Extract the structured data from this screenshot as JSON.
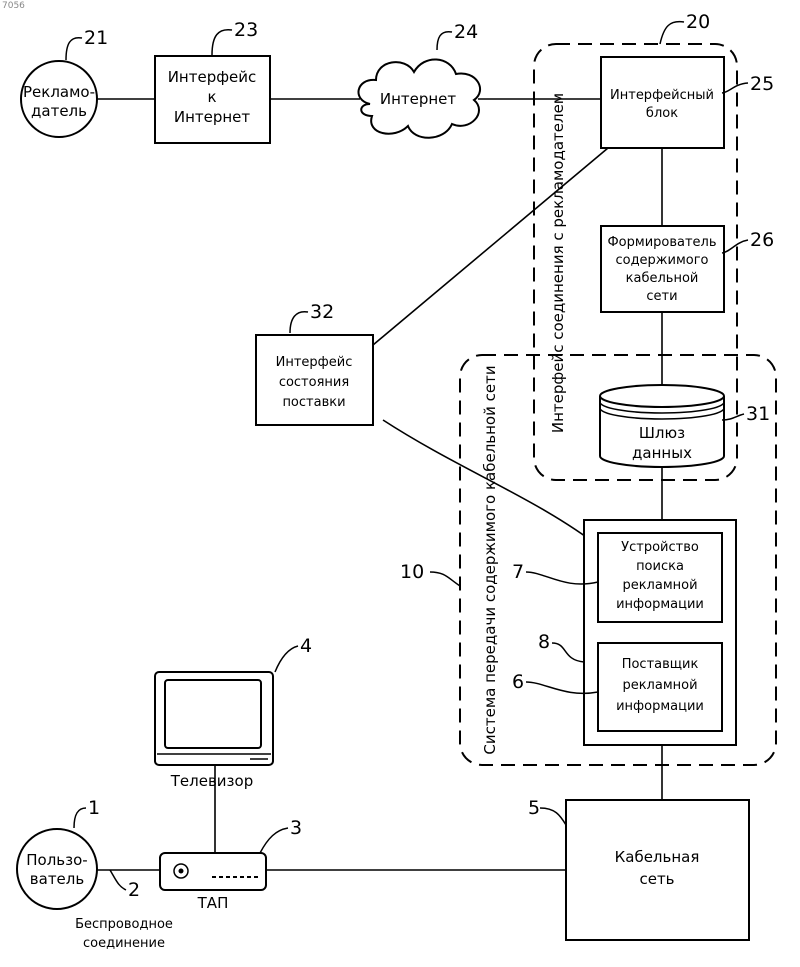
{
  "corner_code": "7056",
  "nodes": {
    "advertiser": [
      "Рекламо-",
      "датель"
    ],
    "internet_interface": [
      "Интерфейс",
      "к",
      "Интернет"
    ],
    "internet": "Интернет",
    "interface_block": [
      "Интерфейсный",
      "блок"
    ],
    "content_former": [
      "Формирователь",
      "содержимого",
      "кабельной",
      "сети"
    ],
    "data_gateway": [
      "Шлюз",
      "данных"
    ],
    "delivery_status_interface": [
      "Интерфейс",
      "состояния",
      "поставки"
    ],
    "ad_search_device": [
      "Устройство",
      "поиска",
      "рекламной",
      "информации"
    ],
    "ad_provider": [
      "Поставщик",
      "рекламной",
      "информации"
    ],
    "cable_network": [
      "Кабельная",
      "сеть"
    ],
    "tv": "Телевизор",
    "user": [
      "Пользо-",
      "ватель"
    ],
    "tap": "ТАП",
    "wireless": [
      "Беспроводное",
      "соединение"
    ]
  },
  "regions": {
    "advertiser_interface": "Интерфейс соединения с рекламодателем",
    "content_transmission_system": "Система передачи содержимого кабельной сети"
  },
  "refs": {
    "r21": "21",
    "r23": "23",
    "r24": "24",
    "r20": "20",
    "r25": "25",
    "r26": "26",
    "r32": "32",
    "r31": "31",
    "r10": "10",
    "r7": "7",
    "r8": "8",
    "r6": "6",
    "r4": "4",
    "r5": "5",
    "r1": "1",
    "r2": "2",
    "r3": "3"
  }
}
